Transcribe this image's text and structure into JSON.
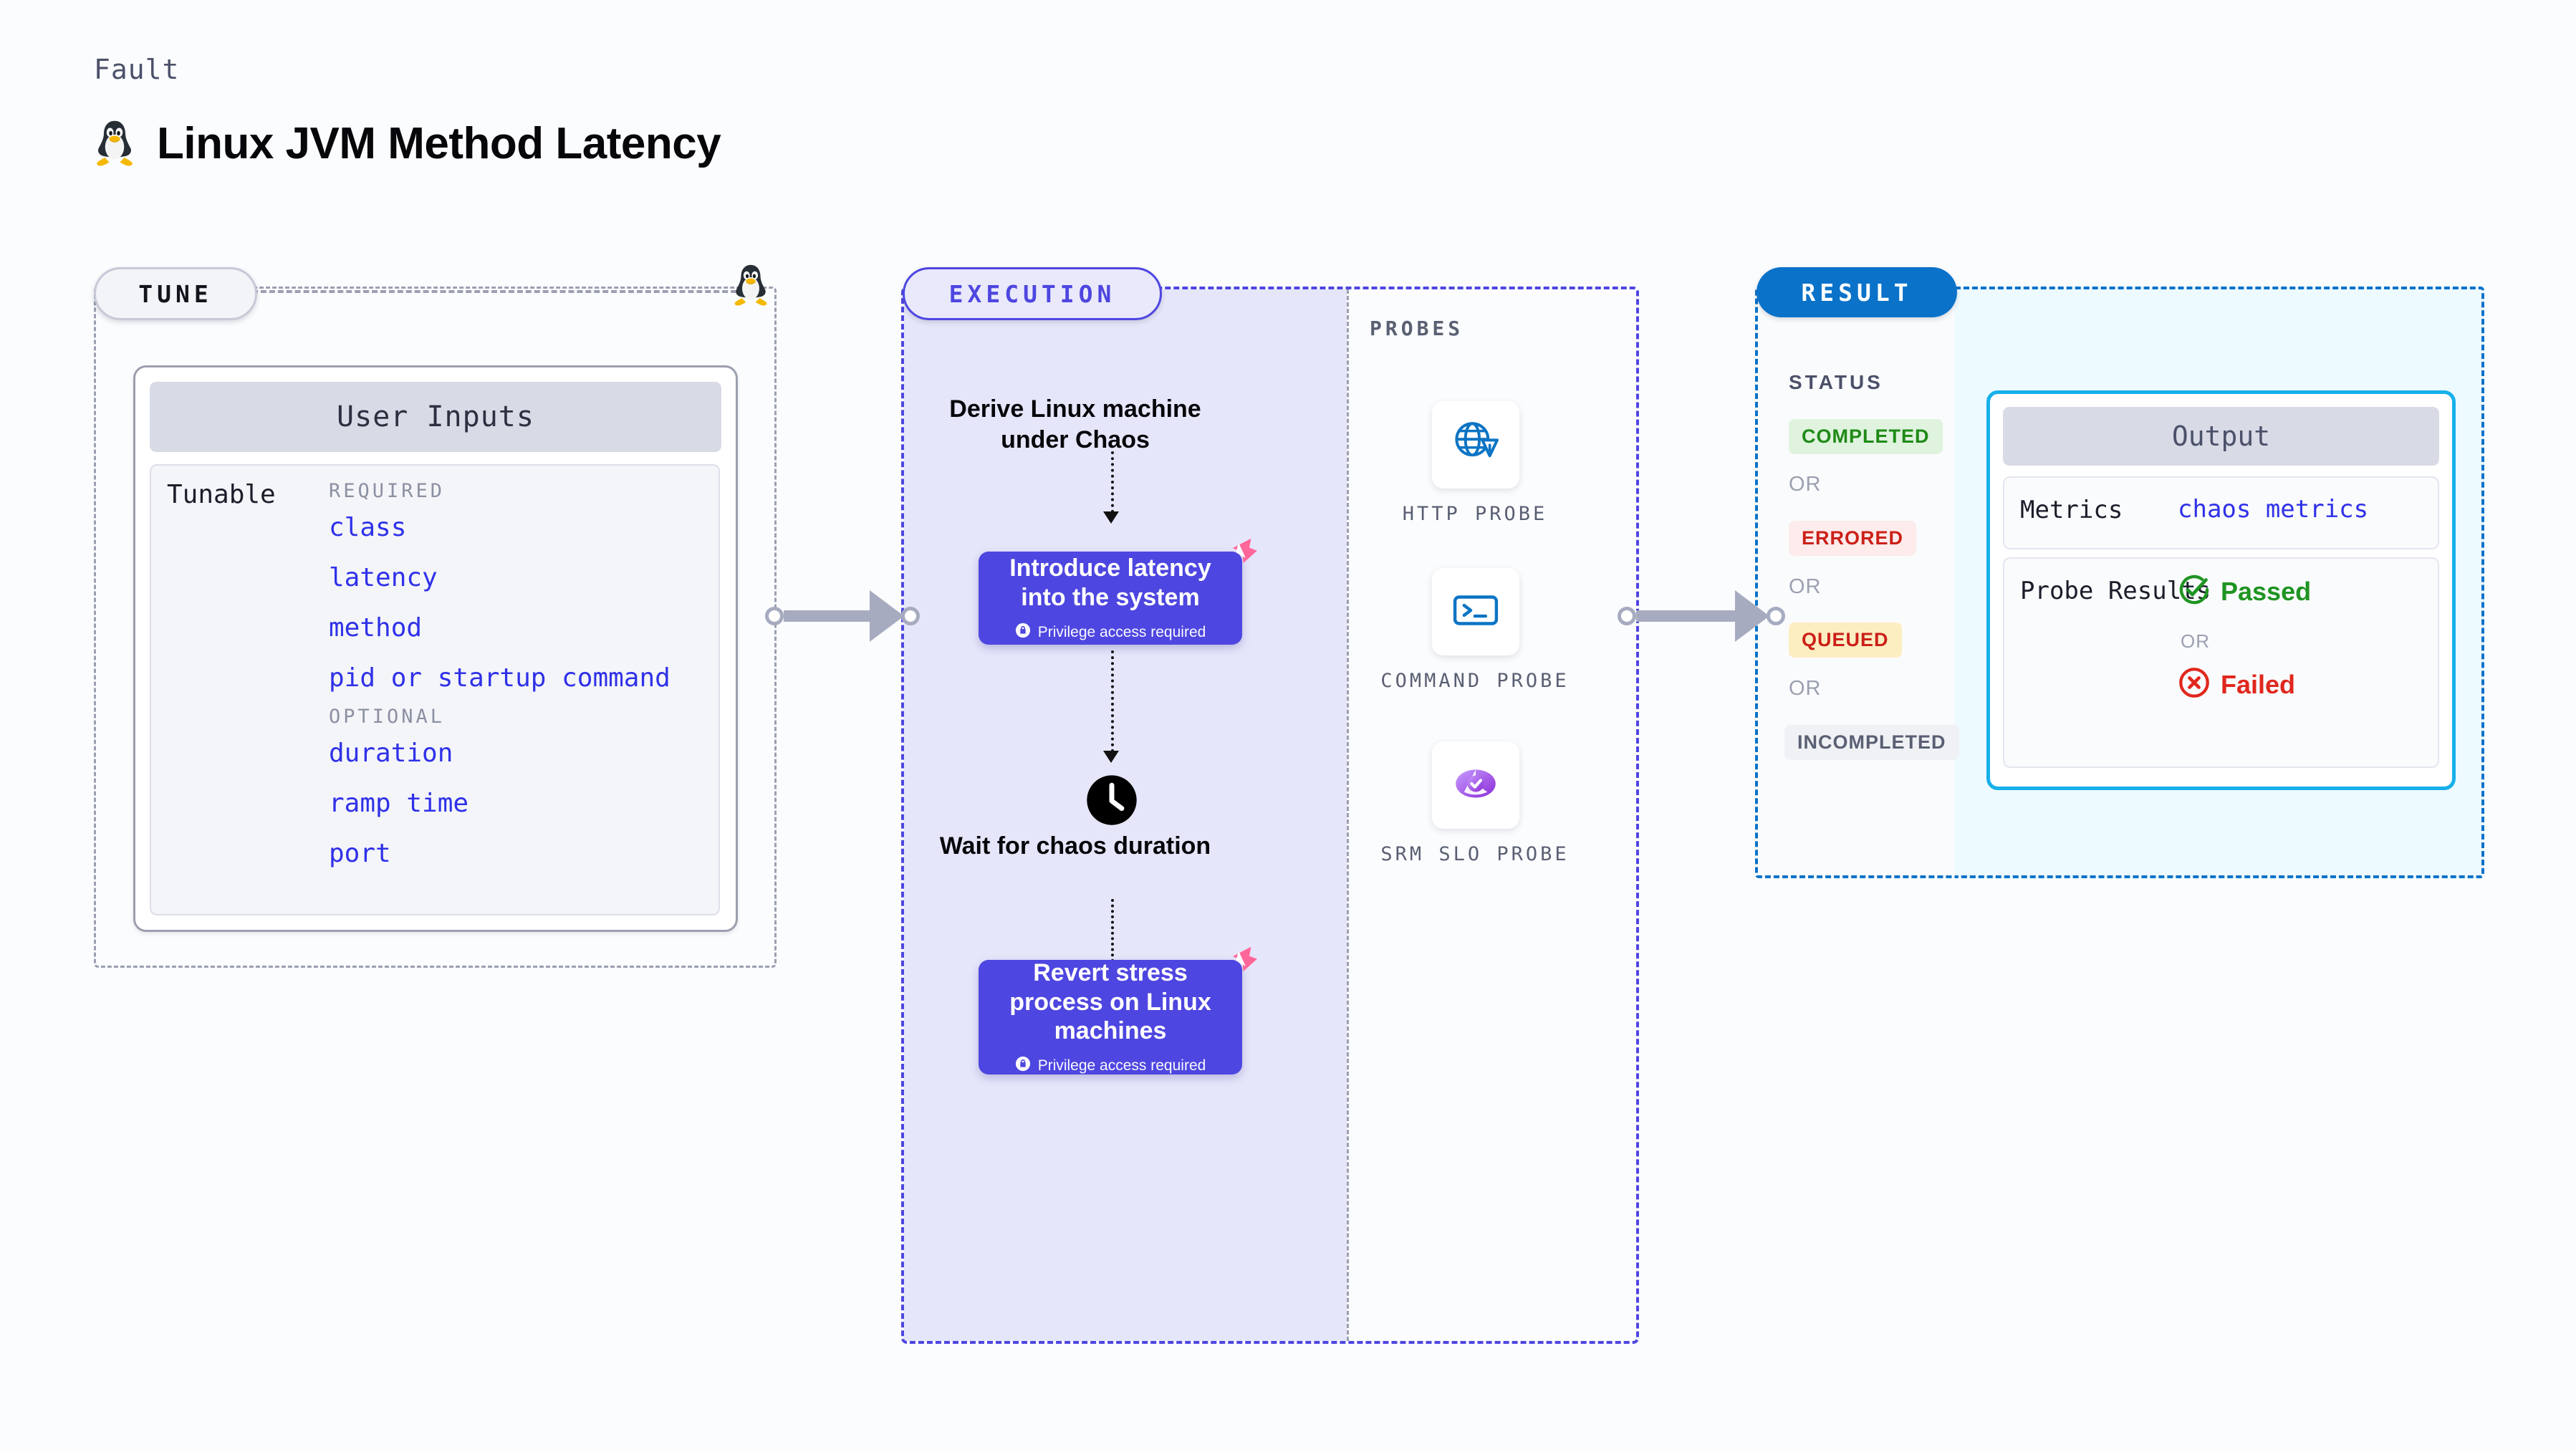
{
  "header": {
    "eyebrow": "Fault",
    "title": "Linux JVM Method Latency",
    "icon": "linux-penguin-icon"
  },
  "tune": {
    "badge": "TUNE",
    "icon": "linux-penguin-icon",
    "card_title": "User Inputs",
    "tunable_label": "Tunable",
    "groups": [
      {
        "label": "REQUIRED",
        "items": [
          "class",
          "latency",
          "method",
          "pid or startup command"
        ]
      },
      {
        "label": "OPTIONAL",
        "items": [
          "duration",
          "ramp time",
          "port"
        ]
      }
    ]
  },
  "execution": {
    "badge": "EXECUTION",
    "steps": [
      {
        "type": "caption",
        "text": "Derive Linux machine under Chaos"
      },
      {
        "type": "action",
        "text": "Introduce latency into the system",
        "note": "Privilege access required",
        "note_icon": "lock-icon",
        "badge_icon": "harness-logo-icon"
      },
      {
        "type": "wait",
        "text": "Wait for chaos duration",
        "icon": "clock-icon"
      },
      {
        "type": "action",
        "text": "Revert stress process on Linux machines",
        "note": "Privilege access required",
        "note_icon": "lock-icon",
        "badge_icon": "harness-logo-icon"
      }
    ]
  },
  "probes": {
    "label": "PROBES",
    "items": [
      {
        "name": "HTTP PROBE",
        "icon": "globe-warning-icon"
      },
      {
        "name": "COMMAND PROBE",
        "icon": "terminal-icon"
      },
      {
        "name": "SRM SLO PROBE",
        "icon": "slo-check-icon"
      }
    ]
  },
  "result": {
    "badge": "RESULT",
    "status_label": "STATUS",
    "or_text": "OR",
    "statuses": [
      {
        "text": "COMPLETED",
        "bg": "#dff3de",
        "fg": "#1f8a16"
      },
      {
        "text": "ERRORED",
        "bg": "#fdeceb",
        "fg": "#cb2018"
      },
      {
        "text": "QUEUED",
        "bg": "#fdeec2",
        "fg": "#cb2018"
      },
      {
        "text": "INCOMPLETED",
        "bg": "#f0f1f5",
        "fg": "#5a6073"
      }
    ],
    "output": {
      "title": "Output",
      "rows": [
        {
          "key": "Metrics",
          "value": "chaos metrics"
        },
        {
          "key": "Probe Results",
          "pass": "Passed",
          "or": "OR",
          "fail": "Failed",
          "pass_icon": "check-circle-icon",
          "fail_icon": "x-circle-icon",
          "pass_color": "#1f9422",
          "fail_color": "#e0271d"
        }
      ]
    }
  },
  "colors": {
    "accent_purple": "#4e46e0",
    "accent_blue": "#0a72c9",
    "accent_cyan": "#17b0ea",
    "harness_pink": "#ff6699",
    "exec_bg": "#e6e6fa",
    "result_bg": "#edfaff"
  }
}
